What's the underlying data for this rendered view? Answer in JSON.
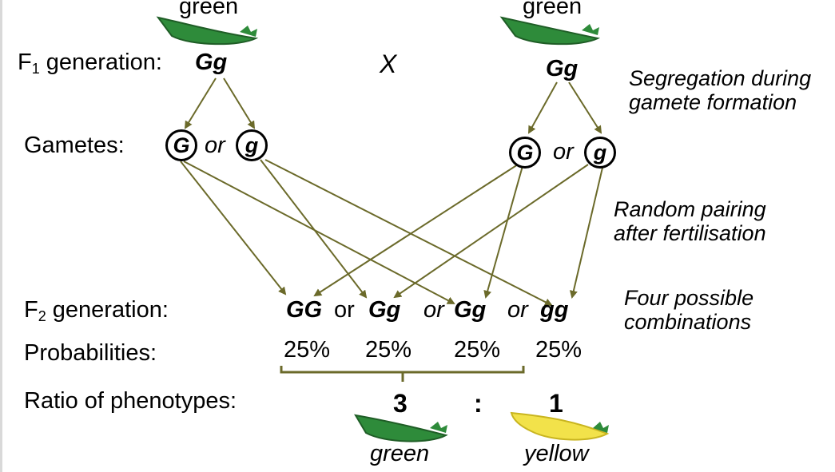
{
  "parents": {
    "left": {
      "phenotype": "green",
      "genotype": "Gg"
    },
    "right": {
      "phenotype": "green",
      "genotype": "Gg"
    },
    "cross_symbol": "X"
  },
  "f1": {
    "label_prefix": "F",
    "label_sub": "1",
    "label_suffix": " generation:"
  },
  "gametes": {
    "label": "Gametes:",
    "left": {
      "g1": "G",
      "or": "or",
      "g2": "g"
    },
    "right": {
      "g1": "G",
      "or": "or",
      "g2": "g"
    }
  },
  "f2": {
    "label_prefix": "F",
    "label_sub": "2",
    "label_suffix": " generation:",
    "combos": [
      "GG",
      "Gg",
      "Gg",
      "gg"
    ],
    "or": "or"
  },
  "probabilities": {
    "label": "Probabilities:",
    "values": [
      "25%",
      "25%",
      "25%",
      "25%"
    ]
  },
  "ratio": {
    "label": "Ratio of phenotypes:",
    "green_count": "3",
    "separator": ":",
    "yellow_count": "1",
    "green_label": "green",
    "yellow_label": "yellow"
  },
  "notes": {
    "segregation": "Segregation during gamete formation",
    "random_pairing": "Random pairing after fertilisation",
    "combinations": "Four possible combinations"
  },
  "colors": {
    "arrow": "#6b6a2a",
    "pod_green": "#2e8b3a",
    "pod_yellow": "#f2e24a"
  }
}
